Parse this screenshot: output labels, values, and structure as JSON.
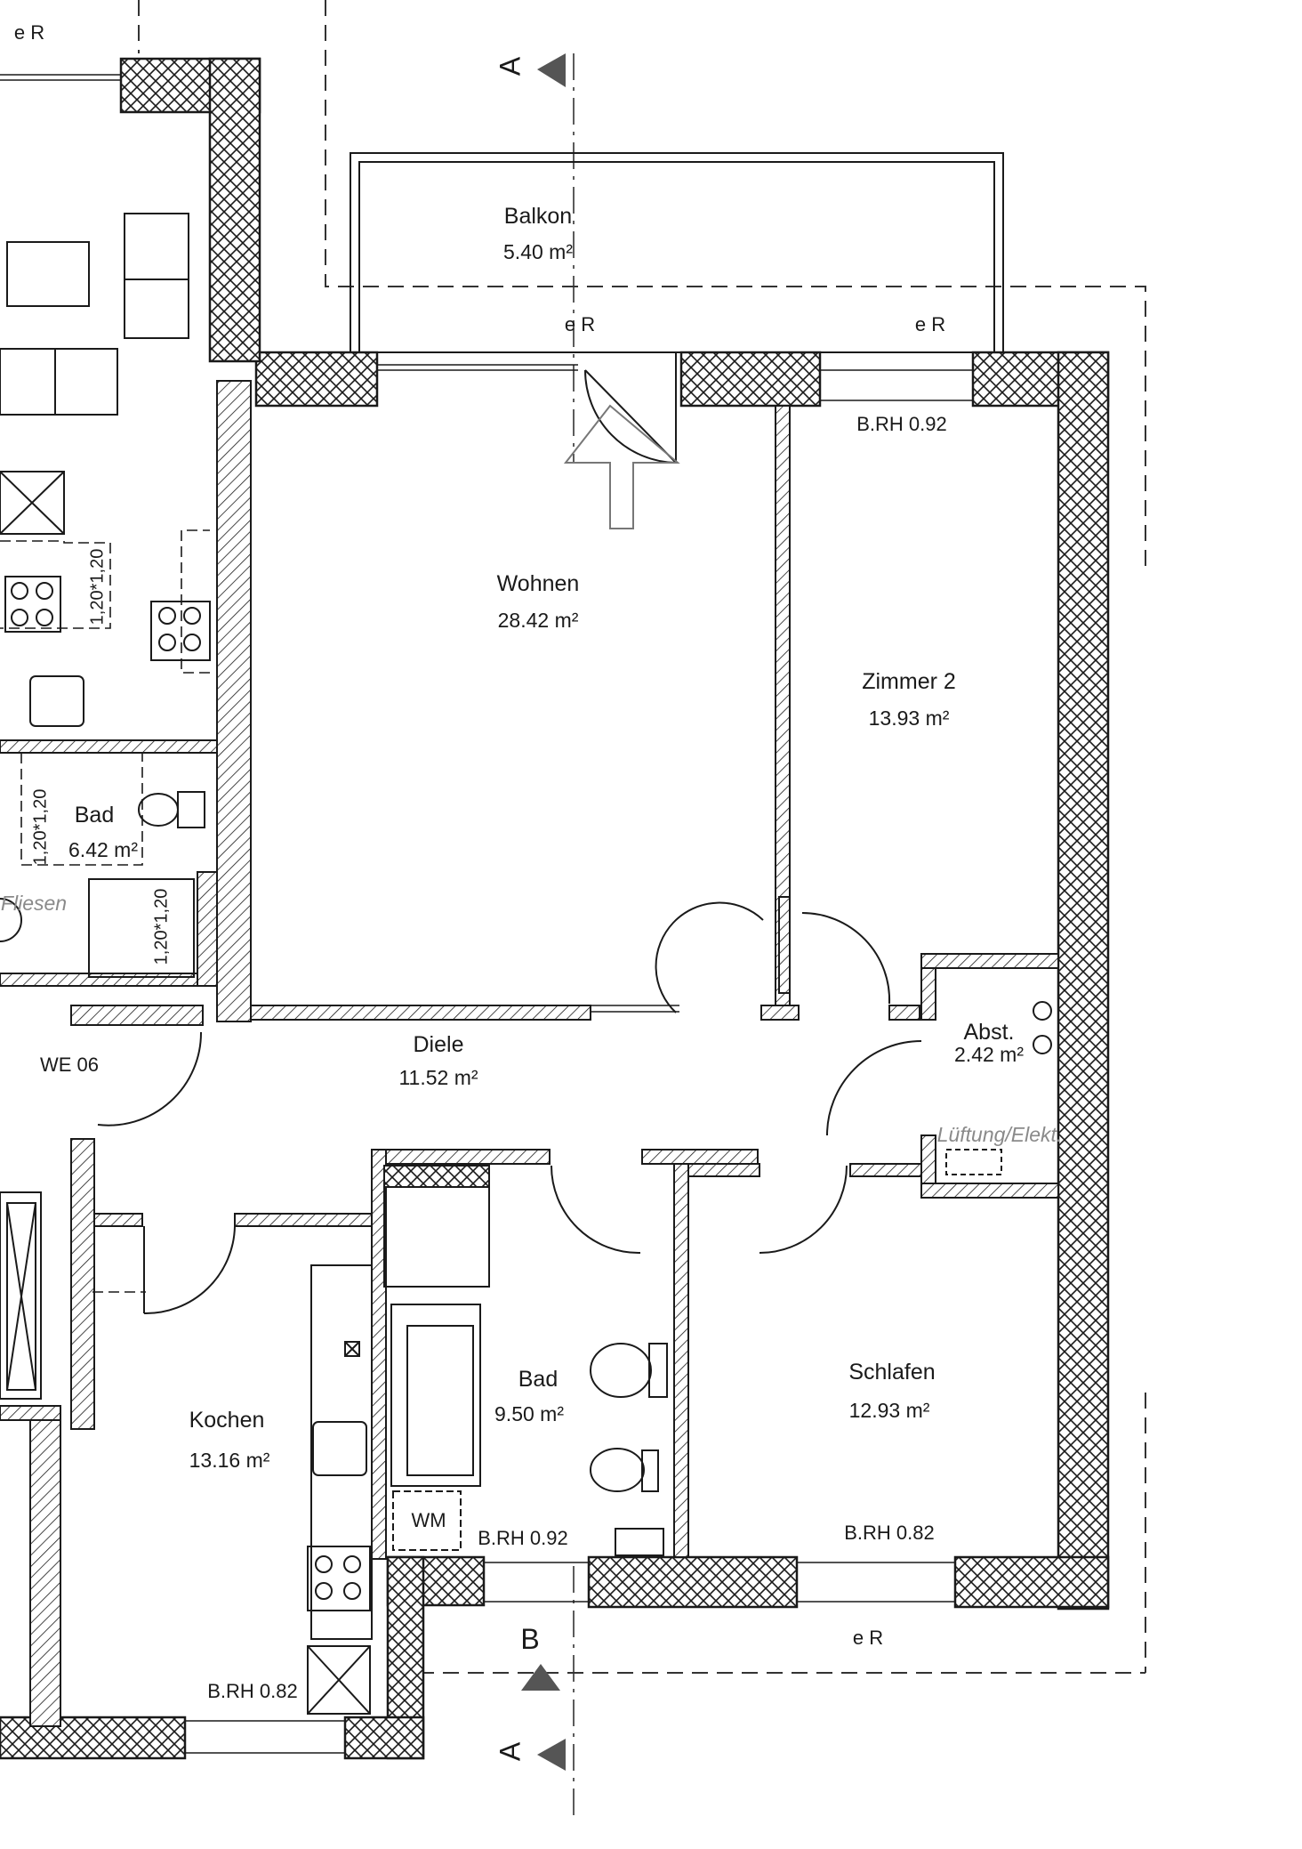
{
  "colors": {
    "line": "#1a1a1a",
    "wall_fill": "#ffffff",
    "note": "#8a8a8a",
    "arrow": "#555555"
  },
  "rooms": {
    "balkon": {
      "name": "Balkon",
      "area": "5.40 m²"
    },
    "wohnen": {
      "name": "Wohnen",
      "area": "28.42 m²"
    },
    "zimmer2": {
      "name": "Zimmer 2",
      "area": "13.93 m²"
    },
    "diele": {
      "name": "Diele",
      "area": "11.52 m²"
    },
    "abst": {
      "name": "Abst.",
      "area": "2.42 m²"
    },
    "bad_main": {
      "name": "Bad",
      "area": "9.50 m²"
    },
    "schlafen": {
      "name": "Schlafen",
      "area": "12.93 m²"
    },
    "kochen": {
      "name": "Kochen",
      "area": "13.16 m²"
    },
    "bad_left": {
      "name": "Bad",
      "area": "6.42 m²"
    }
  },
  "annotations": {
    "er": "e R",
    "brh_092": "B.RH 0.92",
    "brh_082": "B.RH 0.82",
    "we06": "WE 06",
    "fliesen": "Fliesen",
    "lueftung": "Lüftung/Elekt.",
    "wm": "WM",
    "dim_120": "1,20*1,20",
    "section_a": "A",
    "section_b": "B"
  }
}
